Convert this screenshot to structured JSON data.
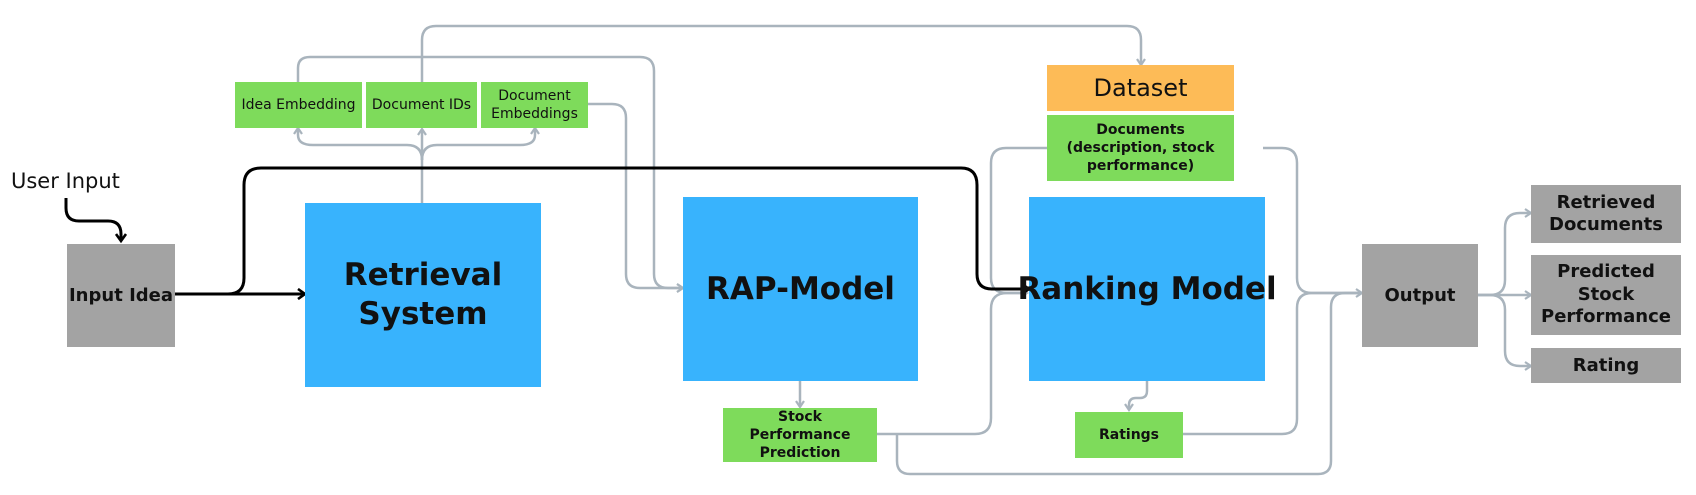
{
  "user_input_label": "User Input",
  "input_idea": "Input Idea",
  "retrieval_system": "Retrieval System",
  "idea_embedding": "Idea Embedding",
  "document_ids": "Document IDs",
  "document_embeddings": "Document Embeddings",
  "rap_model": "RAP-Model",
  "stock_performance_prediction": "Stock Performance Prediction",
  "dataset": "Dataset",
  "documents": "Documents (description, stock performance)",
  "ranking_model": "Ranking Model",
  "ratings": "Ratings",
  "output": "Output",
  "retrieved_documents": "Retrieved Documents",
  "predicted_stock_performance": "Predicted Stock Performance",
  "rating": "Rating",
  "colors": {
    "blue": "#38b3fd",
    "gray": "#a3a3a3",
    "green": "#7edb5b",
    "orange": "#fdbb57",
    "connector": "#a9b4bd",
    "main_flow": "#000000"
  }
}
